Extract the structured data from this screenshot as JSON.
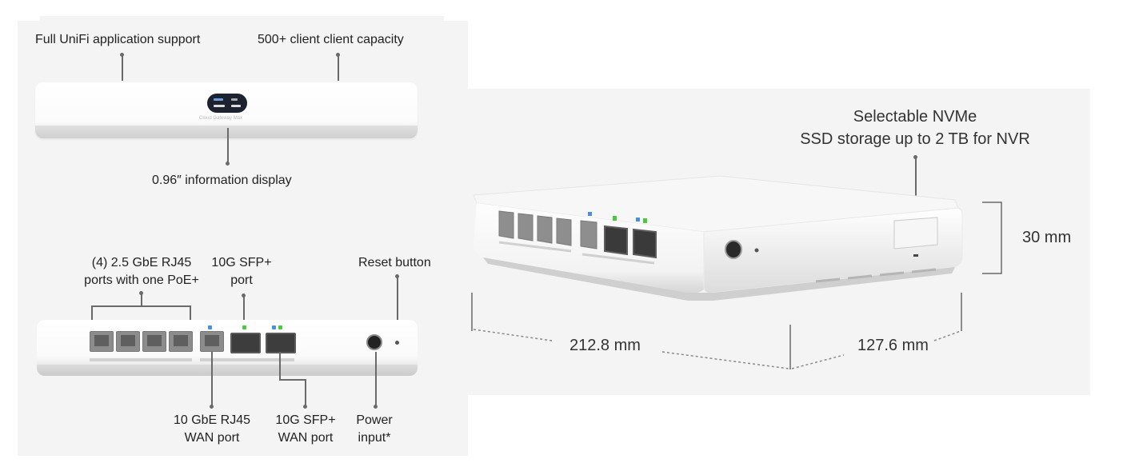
{
  "labels": {
    "app_support": "Full UniFi application support",
    "client_capacity": "500+ client client capacity",
    "info_display": "0.96″ information display",
    "rj45_ports": "(4) 2.5 GbE RJ45\nports with one PoE+",
    "sfp_port": "10G SFP+\nport",
    "reset_button": "Reset button",
    "rj45_wan": "10 GbE RJ45\nWAN port",
    "sfp_wan": "10G SFP+\nWAN port",
    "power_input": "Power\ninput*",
    "nvme": "Selectable NVMe\nSSD storage up to 2 TB for NVR",
    "height": "30 mm",
    "width": "212.8 mm",
    "depth": "127.6 mm"
  },
  "device": {
    "screen_text": "Cloud Gateway Max"
  },
  "colors": {
    "panel_bg": "#f4f4f4",
    "leader": "#6a6a6a",
    "led_green": "#49c93c",
    "led_blue": "#4a8ee0"
  }
}
